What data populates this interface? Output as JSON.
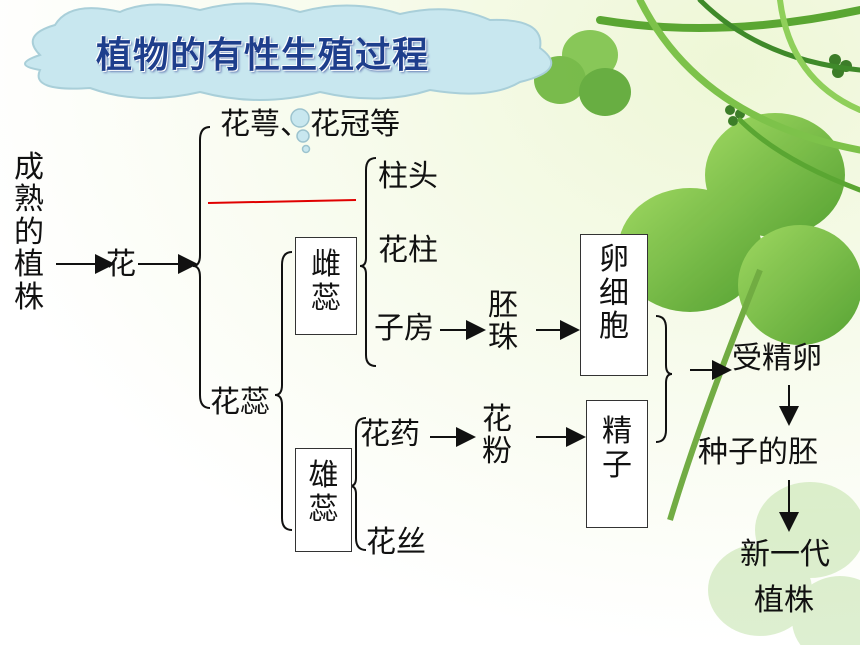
{
  "title": "植物的有性生殖过程",
  "nodes": {
    "mature_plant": "成熟的植株",
    "flower": "花",
    "sepal_petal": "花萼、花冠等",
    "stamen_pistil": "花蕊",
    "pistil": "雌蕊",
    "stamen": "雄蕊",
    "stigma": "柱头",
    "style": "花柱",
    "ovary": "子房",
    "anther": "花药",
    "filament": "花丝",
    "ovule": "胚珠",
    "pollen": "花粉",
    "egg_cell": "卵细胞",
    "sperm": "精子",
    "zygote": "受精卵",
    "embryo": "种子的胚",
    "new_plant_line1": "新一代",
    "new_plant_line2": "植株"
  },
  "colors": {
    "title_text": "#1e3e8c",
    "cloud_fill": "#c8e7ef",
    "leaf_green": "#6fbf3a",
    "red_line": "#e00000"
  }
}
